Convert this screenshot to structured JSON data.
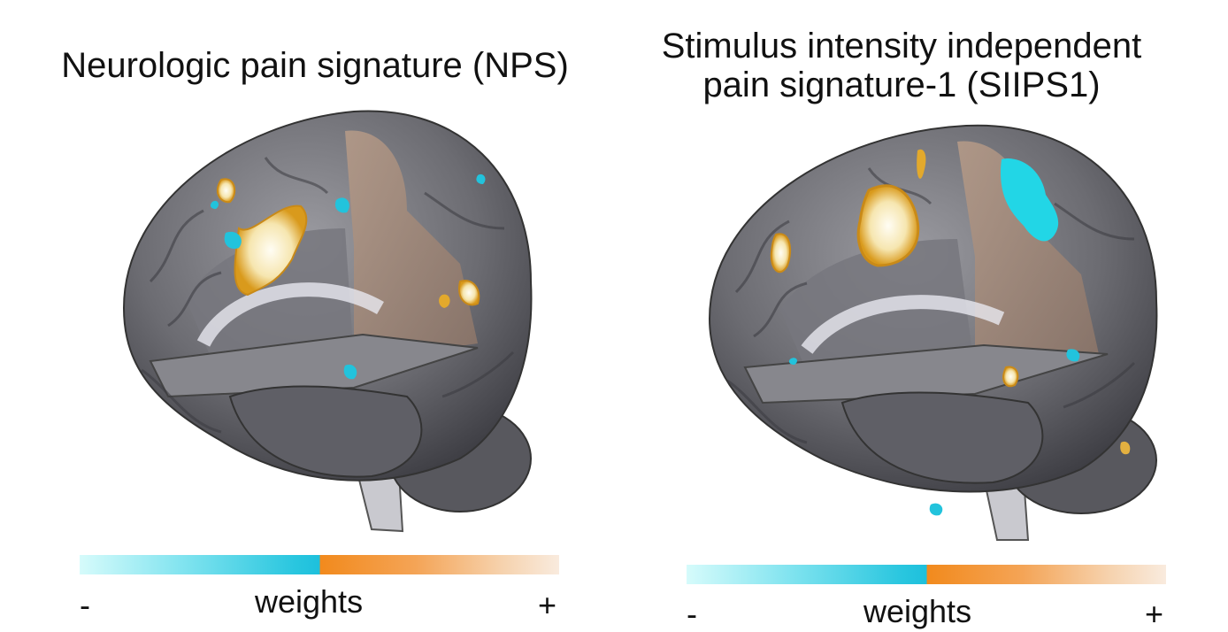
{
  "panels": [
    {
      "title_lines": [
        "Neurologic pain signature (NPS)"
      ],
      "colorbar": {
        "min_label": "-",
        "center_label": "weights",
        "max_label": "+"
      }
    },
    {
      "title_lines": [
        "Stimulus intensity independent",
        "pain signature-1 (SIIPS1)"
      ],
      "colorbar": {
        "min_label": "-",
        "center_label": "weights",
        "max_label": "+"
      }
    }
  ],
  "colors": {
    "negative_weight": "#1ec0dc",
    "positive_weight": "#f28a1d",
    "brain_surface": "#6f6f73",
    "cut_plane": "#a08878"
  }
}
